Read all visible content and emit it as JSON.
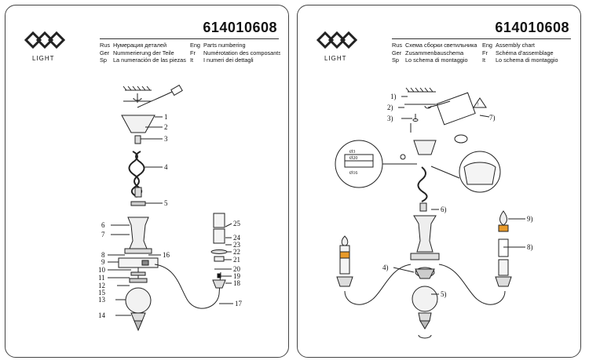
{
  "brand": {
    "logo_text": "LIGHT"
  },
  "left_sheet": {
    "model": "614010608",
    "languages": [
      {
        "code": "Rus",
        "text": "Нумерация деталей"
      },
      {
        "code": "Eng",
        "text": "Parts numbering"
      },
      {
        "code": "Ger",
        "text": "Nummerierung der Teile"
      },
      {
        "code": "Fr",
        "text": "Numérotation des composants"
      },
      {
        "code": "Sp",
        "text": "La numeración de las piezas"
      },
      {
        "code": "It",
        "text": "I numeri dei dettagli"
      }
    ],
    "part_numbers": [
      "1",
      "2",
      "3",
      "4",
      "5",
      "6",
      "7",
      "8",
      "9",
      "10",
      "11",
      "12",
      "13",
      "14",
      "15",
      "16",
      "17",
      "18",
      "19",
      "20",
      "21",
      "22",
      "23",
      "24",
      "25"
    ]
  },
  "right_sheet": {
    "model": "614010608",
    "languages": [
      {
        "code": "Rus",
        "text": "Схема сборки светильника"
      },
      {
        "code": "Eng",
        "text": "Assembly chart"
      },
      {
        "code": "Ger",
        "text": "Zusammenbauschema"
      },
      {
        "code": "Fr",
        "text": "Schéma d'assemblage"
      },
      {
        "code": "Sp",
        "text": "Lo schema di montaggio"
      },
      {
        "code": "It",
        "text": "Lo schema di montaggio"
      }
    ],
    "steps": [
      "1)",
      "2)",
      "3)",
      "4)",
      "5)",
      "6)",
      "7)",
      "8)",
      "9)"
    ],
    "detail_labels": [
      "Ø3",
      "Ø20",
      "Ø16"
    ]
  }
}
